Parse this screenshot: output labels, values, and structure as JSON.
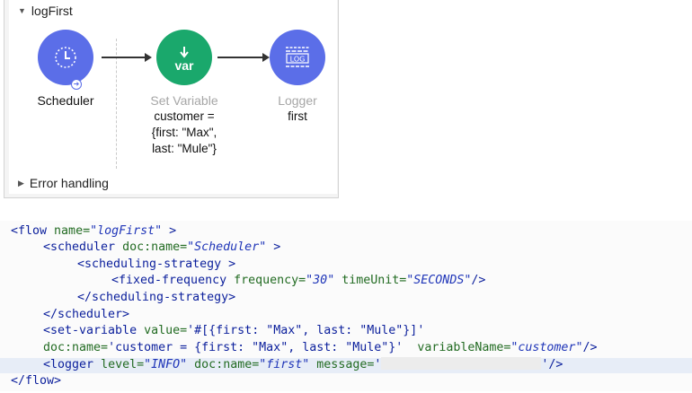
{
  "flow": {
    "title": "logFirst",
    "error_handling": "Error handling",
    "nodes": [
      {
        "label": "Scheduler",
        "icon": "clock-icon",
        "color": "#5b6ee8"
      },
      {
        "label": "Set Variable",
        "icon_text": "var",
        "color": "#1aa86c",
        "detail": [
          "customer =",
          "{first: \"Max\",",
          "last: \"Mule\"}"
        ]
      },
      {
        "label": "Logger",
        "icon_text": "LOG",
        "color": "#5b6ee8",
        "detail": [
          "first"
        ]
      }
    ]
  },
  "code": {
    "line1": {
      "tag": "<flow",
      "attr": "name=",
      "val": "\"logFirst\"",
      "end": " >"
    },
    "line2": {
      "tag": "<scheduler",
      "attr": "doc:name=",
      "val": "\"Scheduler\"",
      "end": " >"
    },
    "line3": {
      "tag": "<scheduling-strategy",
      "end": " >"
    },
    "line4": {
      "tag": "<fixed-frequency",
      "attr1": "frequency=",
      "val1": "\"30\"",
      "attr2": "timeUnit=",
      "val2": "\"SECONDS\"",
      "end": "/>"
    },
    "line5": {
      "tag": "</scheduling-strategy>"
    },
    "line6": {
      "tag": "</scheduler>"
    },
    "line7": {
      "tag": "<set-variable",
      "attr": "value=",
      "val": "'#[{first: \"Max\", last: \"Mule\"}]'"
    },
    "line8": {
      "attr1": "doc:name=",
      "val1": "'customer = {first: \"Max\", last: \"Mule\"}'",
      "attr2": "variableName=",
      "val2": "\"customer\"",
      "end": "/>"
    },
    "line9": {
      "tag": "<logger",
      "attr1": "level=",
      "val1": "\"INFO\"",
      "attr2": "doc:name=",
      "val2": "\"first\"",
      "attr3": "message=",
      "val3_open": "'",
      "val3_close": "'",
      "end": "/>"
    },
    "line10": {
      "tag": "</flow>"
    }
  }
}
